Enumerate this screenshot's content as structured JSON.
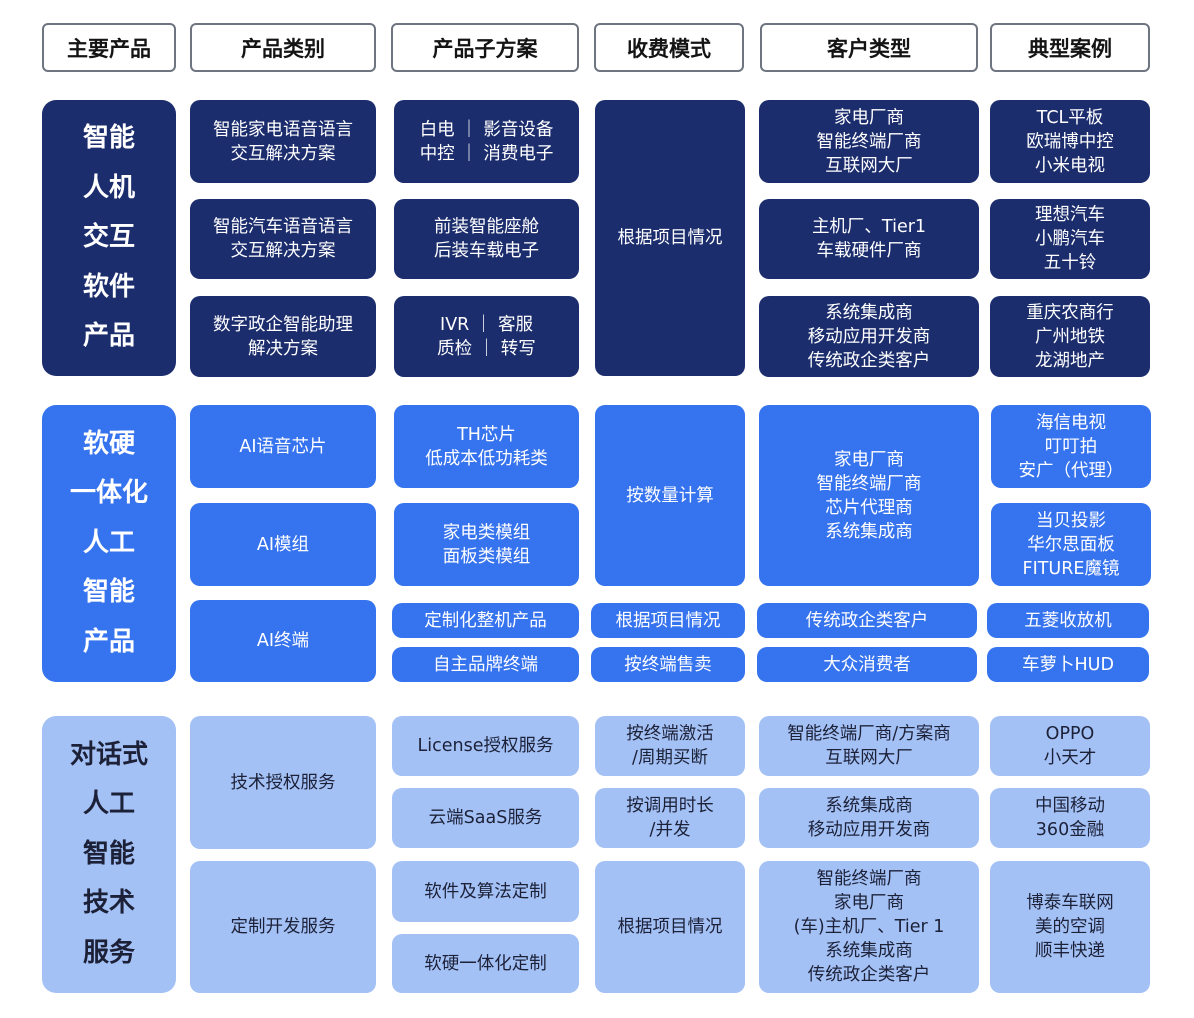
{
  "headers": [
    "主要产品",
    "产品类别",
    "产品子方案",
    "收费模式",
    "客户类型",
    "典型案例"
  ],
  "colors": {
    "dark": "#1c2d6e",
    "medium": "#3673ee",
    "light": "#a4c1f6",
    "header_border": "#6e7480"
  },
  "sections": [
    {
      "name": [
        "智能",
        "人机",
        "交互",
        "软件",
        "产品"
      ],
      "categories": [
        [
          "智能家电语音语言",
          "交互解决方案"
        ],
        [
          "智能汽车语音语言",
          "交互解决方案"
        ],
        [
          "数字政企智能助理",
          "解决方案"
        ]
      ],
      "sub_solutions": [
        [
          "白电 ｜ 影音设备",
          "中控 ｜ 消费电子"
        ],
        [
          "前装智能座舱",
          "后装车载电子"
        ],
        [
          "IVR ｜ 客服",
          "质检 ｜ 转写"
        ]
      ],
      "fee_modes": [
        [
          "根据项目情况"
        ]
      ],
      "customers": [
        [
          "家电厂商",
          "智能终端厂商",
          "互联网大厂"
        ],
        [
          "主机厂、Tier1",
          "车载硬件厂商"
        ],
        [
          "系统集成商",
          "移动应用开发商",
          "传统政企类客户"
        ]
      ],
      "cases": [
        [
          "TCL平板",
          "欧瑞博中控",
          "小米电视"
        ],
        [
          "理想汽车",
          "小鹏汽车",
          "五十铃"
        ],
        [
          "重庆农商行",
          "广州地铁",
          "龙湖地产"
        ]
      ]
    },
    {
      "name": [
        "软硬",
        "一体化",
        "人工",
        "智能",
        "产品"
      ],
      "categories": [
        [
          "AI语音芯片"
        ],
        [
          "AI模组"
        ],
        [
          "AI终端"
        ]
      ],
      "sub_solutions": [
        [
          "TH芯片",
          "低成本低功耗类"
        ],
        [
          "家电类模组",
          "面板类模组"
        ],
        [
          "定制化整机产品"
        ],
        [
          "自主品牌终端"
        ]
      ],
      "fee_modes": [
        [
          "按数量计算"
        ],
        [
          "根据项目情况"
        ],
        [
          "按终端售卖"
        ]
      ],
      "customers": [
        [
          "家电厂商",
          "智能终端厂商",
          "芯片代理商",
          "系统集成商"
        ],
        [
          "传统政企类客户"
        ],
        [
          "大众消费者"
        ]
      ],
      "cases": [
        [
          "海信电视",
          "叮叮拍",
          "安广（代理）"
        ],
        [
          "当贝投影",
          "华尔思面板",
          "FITURE魔镜"
        ],
        [
          "五菱收放机"
        ],
        [
          "车萝卜HUD"
        ]
      ]
    },
    {
      "name": [
        "对话式",
        "人工",
        "智能",
        "技术",
        "服务"
      ],
      "categories": [
        [
          "技术授权服务"
        ],
        [
          "定制开发服务"
        ]
      ],
      "sub_solutions": [
        [
          "License授权服务"
        ],
        [
          "云端SaaS服务"
        ],
        [
          "软件及算法定制"
        ],
        [
          "软硬一体化定制"
        ]
      ],
      "fee_modes": [
        [
          "按终端激活",
          "/周期买断"
        ],
        [
          "按调用时长",
          "/并发"
        ],
        [
          "根据项目情况"
        ]
      ],
      "customers": [
        [
          "智能终端厂商/方案商",
          "互联网大厂"
        ],
        [
          "系统集成商",
          "移动应用开发商"
        ],
        [
          "智能终端厂商",
          "家电厂商",
          "(车)主机厂、Tier 1",
          "系统集成商",
          "传统政企类客户"
        ]
      ],
      "cases": [
        [
          "OPPO",
          "小天才"
        ],
        [
          "中国移动",
          "360金融"
        ],
        [
          "博泰车联网",
          "美的空调",
          "顺丰快递"
        ]
      ]
    }
  ]
}
